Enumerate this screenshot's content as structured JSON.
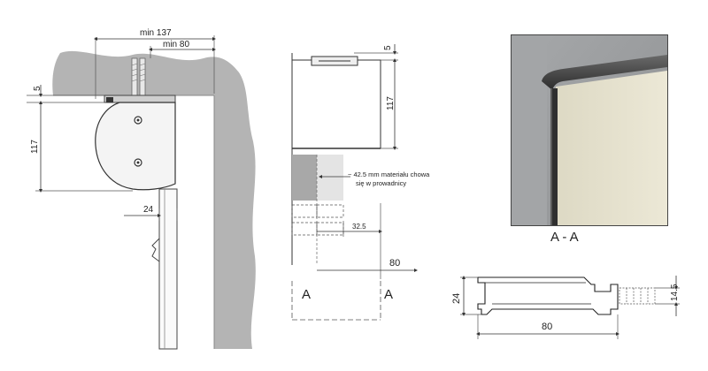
{
  "left_view": {
    "dim_min137": "min 137",
    "dim_min80": "min 80",
    "dim_5": "5",
    "dim_117": "117",
    "dim_24": "24"
  },
  "middle_view": {
    "dim_5": "5",
    "dim_117": "117",
    "note_line1": "~ 42.5 mm materiału chowa",
    "note_line2": "się w prowadnicy",
    "dim_32_5": "32.5",
    "dim_80": "80",
    "section_left": "A",
    "section_right": "A"
  },
  "photo": {
    "caption": "A - A"
  },
  "profile_view": {
    "dim_24": "24",
    "dim_14_5": "14.5",
    "dim_80": "80"
  },
  "colors": {
    "wall": "#b4b4b4",
    "photo_frame": "#9a9c9e",
    "fabric": "#e6e2cf",
    "rail": "#3a3a3a"
  }
}
